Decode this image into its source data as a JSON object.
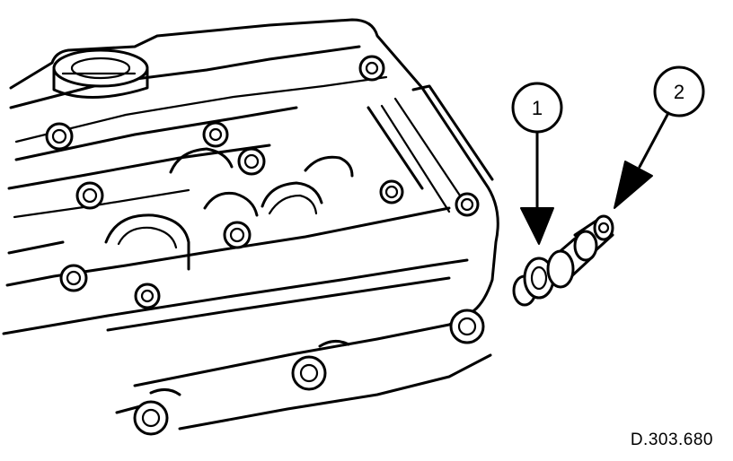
{
  "callouts": [
    {
      "number": "1"
    },
    {
      "number": "2"
    }
  ],
  "reference_code": "D.303.680"
}
